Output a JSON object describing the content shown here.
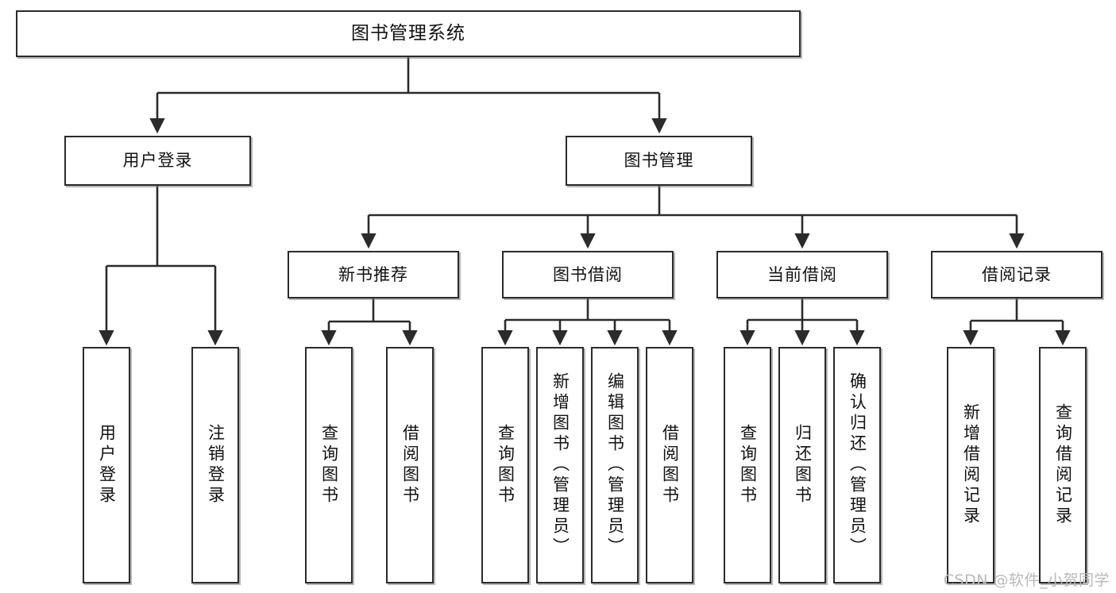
{
  "diagram": {
    "title": "图书管理系统",
    "type": "tree-hierarchy-chart",
    "colors": {
      "stroke": "#2b2b2b",
      "fill": "#ffffff",
      "text": "#111111",
      "watermark": "#b9b9b9"
    },
    "nodes": {
      "root": {
        "label": "图书管理系统"
      },
      "level2": [
        {
          "label": "用户登录"
        },
        {
          "label": "图书管理"
        }
      ],
      "level3": [
        {
          "label": "新书推荐"
        },
        {
          "label": "图书借阅"
        },
        {
          "label": "当前借阅"
        },
        {
          "label": "借阅记录"
        }
      ],
      "leaves": {
        "user_login": [
          {
            "label": "用户登录"
          },
          {
            "label": "注销登录"
          }
        ],
        "new_book_recommend": [
          {
            "label": "查询图书"
          },
          {
            "label": "借阅图书"
          }
        ],
        "book_borrow": [
          {
            "label": "查询图书"
          },
          {
            "label": "新增图书（管理员）"
          },
          {
            "label": "编辑图书（管理员）"
          },
          {
            "label": "借阅图书"
          }
        ],
        "current_borrow": [
          {
            "label": "查询图书"
          },
          {
            "label": "归还图书"
          },
          {
            "label": "确认归还（管理员）"
          }
        ],
        "borrow_record": [
          {
            "label": "新增借阅记录"
          },
          {
            "label": "查询借阅记录"
          }
        ]
      }
    }
  },
  "watermark": {
    "text": "CSDN @软件_小贺同学"
  }
}
